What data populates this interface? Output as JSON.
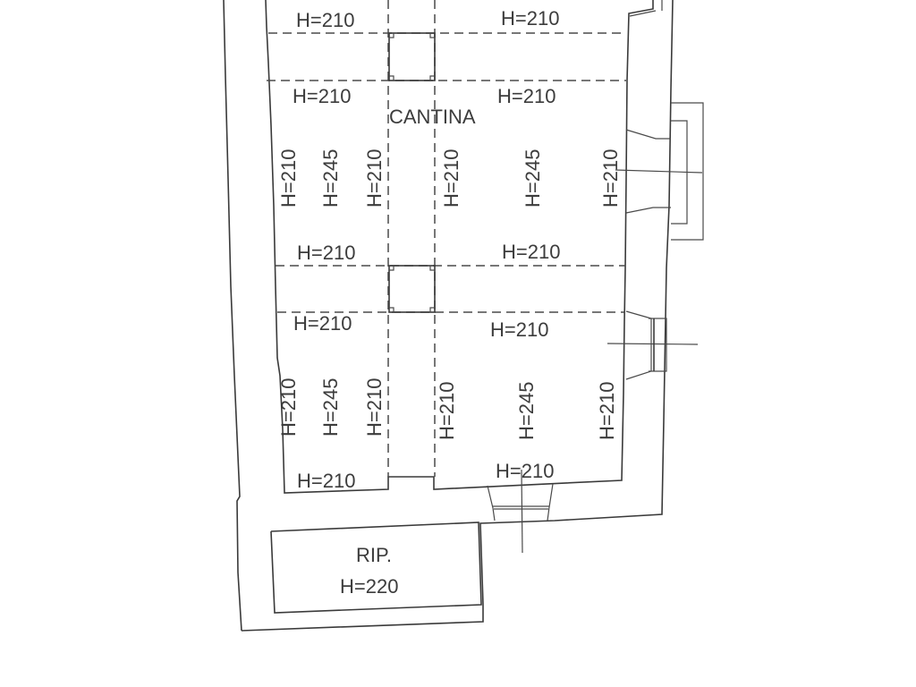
{
  "plan": {
    "rooms": {
      "cantina": {
        "name": "CANTINA"
      },
      "ripostiglio": {
        "name": "RIP.",
        "height": "H=220"
      }
    },
    "labels": {
      "top_left_1": "H=210",
      "top_right_1": "H=210",
      "top_left_2": "H=210",
      "top_right_2": "H=210",
      "upper_left_v1": "H=210",
      "upper_left_v2": "H=245",
      "upper_left_v3": "H=210",
      "upper_right_v1": "H=210",
      "upper_right_v2": "H=245",
      "upper_right_v3": "H=210",
      "mid_left_1": "H=210",
      "mid_right_1": "H=210",
      "mid_left_2": "H=210",
      "mid_right_2": "H=210",
      "lower_left_v1": "H=210",
      "lower_left_v2": "H=245",
      "lower_left_v3": "H=210",
      "lower_right_v1": "H=210",
      "lower_right_v2": "H=245",
      "lower_right_v3": "H=210",
      "bottom_left": "H=210",
      "bottom_right": "H=210"
    }
  }
}
